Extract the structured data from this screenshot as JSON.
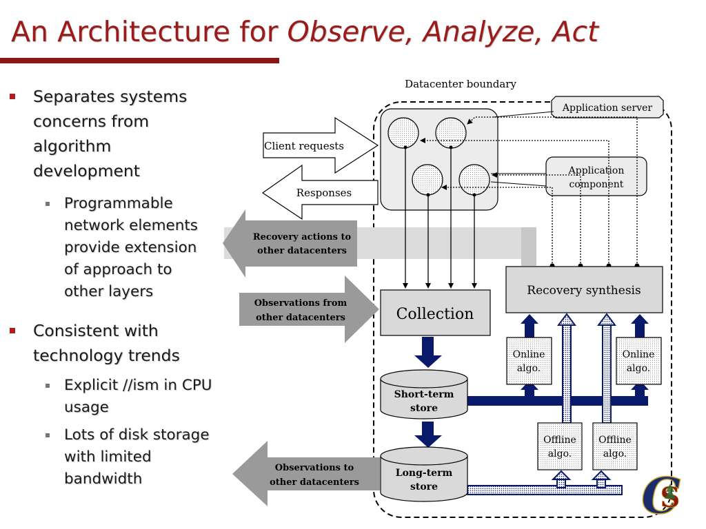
{
  "title": {
    "plain": "An Architecture for ",
    "italic": "Observe, Analyze, Act"
  },
  "bullets": [
    {
      "text": [
        "Separates systems",
        "concerns from",
        "algorithm",
        "development"
      ],
      "sub": [
        {
          "text": [
            "Programmable",
            "network elements",
            "provide extension",
            "of approach to",
            "other layers"
          ]
        }
      ]
    },
    {
      "text": [
        "Consistent with",
        "technology trends"
      ],
      "sub": [
        {
          "text": [
            "Explicit //ism in CPU",
            "usage"
          ]
        },
        {
          "text": [
            "Lots of disk storage",
            "with limited",
            "bandwidth"
          ]
        }
      ]
    }
  ],
  "diagram": {
    "datacenter_boundary": "Datacenter boundary",
    "application_server": "Application server",
    "application_component": [
      "Application",
      "component"
    ],
    "client_requests": "Client requests",
    "responses": "Responses",
    "recovery_actions": [
      "Recovery actions to",
      "other datacenters"
    ],
    "observations_from": [
      "Observations from",
      "other datacenters"
    ],
    "observations_to": [
      "Observations to",
      "other datacenters"
    ],
    "collection": "Collection",
    "recovery_synthesis": "Recovery synthesis",
    "short_term_store": [
      "Short-term",
      "store"
    ],
    "long_term_store": [
      "Long-term",
      "store"
    ],
    "online_algo_left": [
      "Online",
      "algo."
    ],
    "online_algo_right": [
      "Online",
      "algo."
    ],
    "offline_algo_left": [
      "Offline",
      "algo."
    ],
    "offline_algo_right": [
      "Offline",
      "algo."
    ]
  },
  "colors": {
    "title": "#9b1b1b",
    "bullet": "#b31c1c",
    "store_arrow": "#0a1a6b",
    "gray_arrow": "#9a9a9a"
  },
  "logo": {
    "letters": "CS"
  }
}
